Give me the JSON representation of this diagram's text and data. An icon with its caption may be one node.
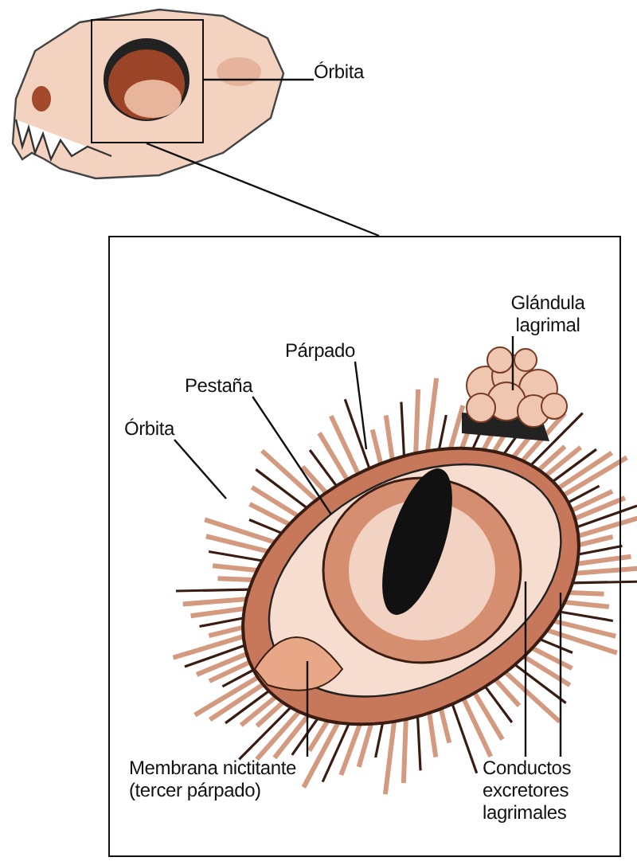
{
  "diagram": {
    "nodes": [
      {
        "text": [],
        "shape": "box"
      },
      {
        "text": [
          "Órbita"
        ]
      },
      {
        "text": [],
        "shape": "box"
      },
      {
        "text": [
          "Glándula lagrimal"
        ],
        "in": 2
      },
      {
        "text": [
          "Párpado"
        ],
        "in": 2
      },
      {
        "text": [
          "Pestaña"
        ],
        "in": 2
      },
      {
        "text": [
          "Órbita"
        ],
        "in": 2
      },
      {
        "text": [
          "Membrana nictitante (tercer párpado)"
        ],
        "in": 2
      },
      {
        "text": [
          "Conductos excretores lagrimales"
        ],
        "in": 2
      }
    ],
    "edges": [
      {
        "from": 0,
        "to": 2,
        "arrow": "none"
      },
      {
        "from": 1,
        "to": 0,
        "arrow": "none"
      },
      {
        "from": 3,
        "to": null,
        "arrow": "none"
      },
      {
        "from": 4,
        "to": null,
        "arrow": "none"
      },
      {
        "from": 5,
        "to": null,
        "arrow": "none"
      },
      {
        "from": 6,
        "to": null,
        "arrow": "none"
      },
      {
        "from": 7,
        "to": null,
        "arrow": "none"
      },
      {
        "from": 8,
        "to": null,
        "arrow": "none"
      },
      {
        "from": 8,
        "to": null,
        "arrow": "none"
      }
    ]
  }
}
